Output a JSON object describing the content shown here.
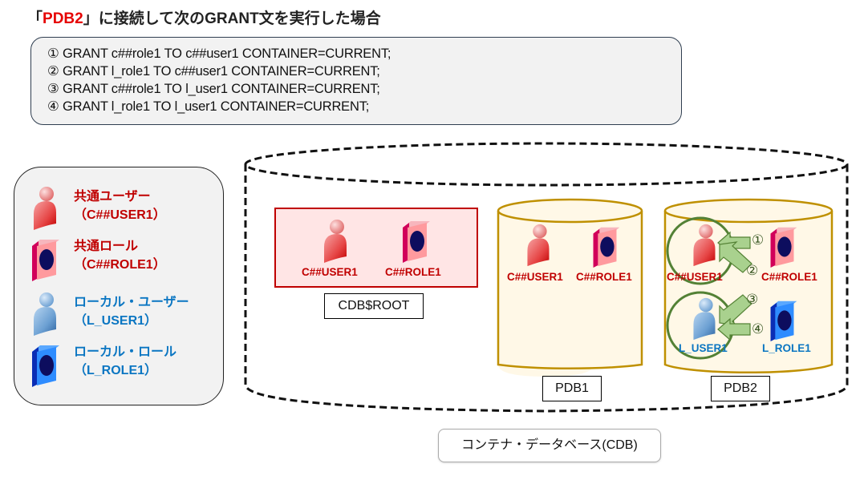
{
  "title": {
    "prefix": "「",
    "highlight": "PDB2",
    "suffix": "」に接続して次のGRANT文を実行した場合"
  },
  "sql_statements": [
    "① GRANT c##role1 TO c##user1 CONTAINER=CURRENT;",
    "② GRANT l_role1 TO c##user1 CONTAINER=CURRENT;",
    "③ GRANT c##role1 TO l_user1 CONTAINER=CURRENT;",
    "④ GRANT l_role1 TO l_user1 CONTAINER=CURRENT;"
  ],
  "legend": [
    {
      "icon": "common-user-icon",
      "label": "共通ユーザー",
      "sub": "（C##USER1）",
      "color": "#c00000"
    },
    {
      "icon": "common-role-icon",
      "label": "共通ロール",
      "sub": "（C##ROLE1）",
      "color": "#c00000"
    },
    {
      "icon": "local-user-icon",
      "label": "ローカル・ユーザー",
      "sub": "（L_USER1）",
      "color": "#0b76c2"
    },
    {
      "icon": "local-role-icon",
      "label": "ローカル・ロール",
      "sub": "（L_ROLE1）",
      "color": "#0b76c2"
    }
  ],
  "containers": {
    "root": {
      "label": "CDB$ROOT",
      "user": "C##USER1",
      "role": "C##ROLE1"
    },
    "pdb1": {
      "label": "PDB1",
      "user": "C##USER1",
      "role": "C##ROLE1"
    },
    "pdb2": {
      "label": "PDB2",
      "common_user": "C##USER1",
      "common_role": "C##ROLE1",
      "local_user": "L_USER1",
      "local_role": "L_ROLE1",
      "grant_markers": [
        "①",
        "②",
        "③",
        "④"
      ]
    },
    "cdb_label": "コンテナ・データベース(CDB)"
  },
  "colors": {
    "common": "#c00000",
    "local": "#0b76c2",
    "highlight": "#e60000",
    "arrow_fill": "#a9d18e",
    "arrow_stroke": "#548235",
    "circle": "#538135",
    "pdb_border": "#bf9000",
    "pdb_fill": "#fff8e7",
    "root_fill": "#ffe5e5",
    "root_border": "#c00000"
  }
}
